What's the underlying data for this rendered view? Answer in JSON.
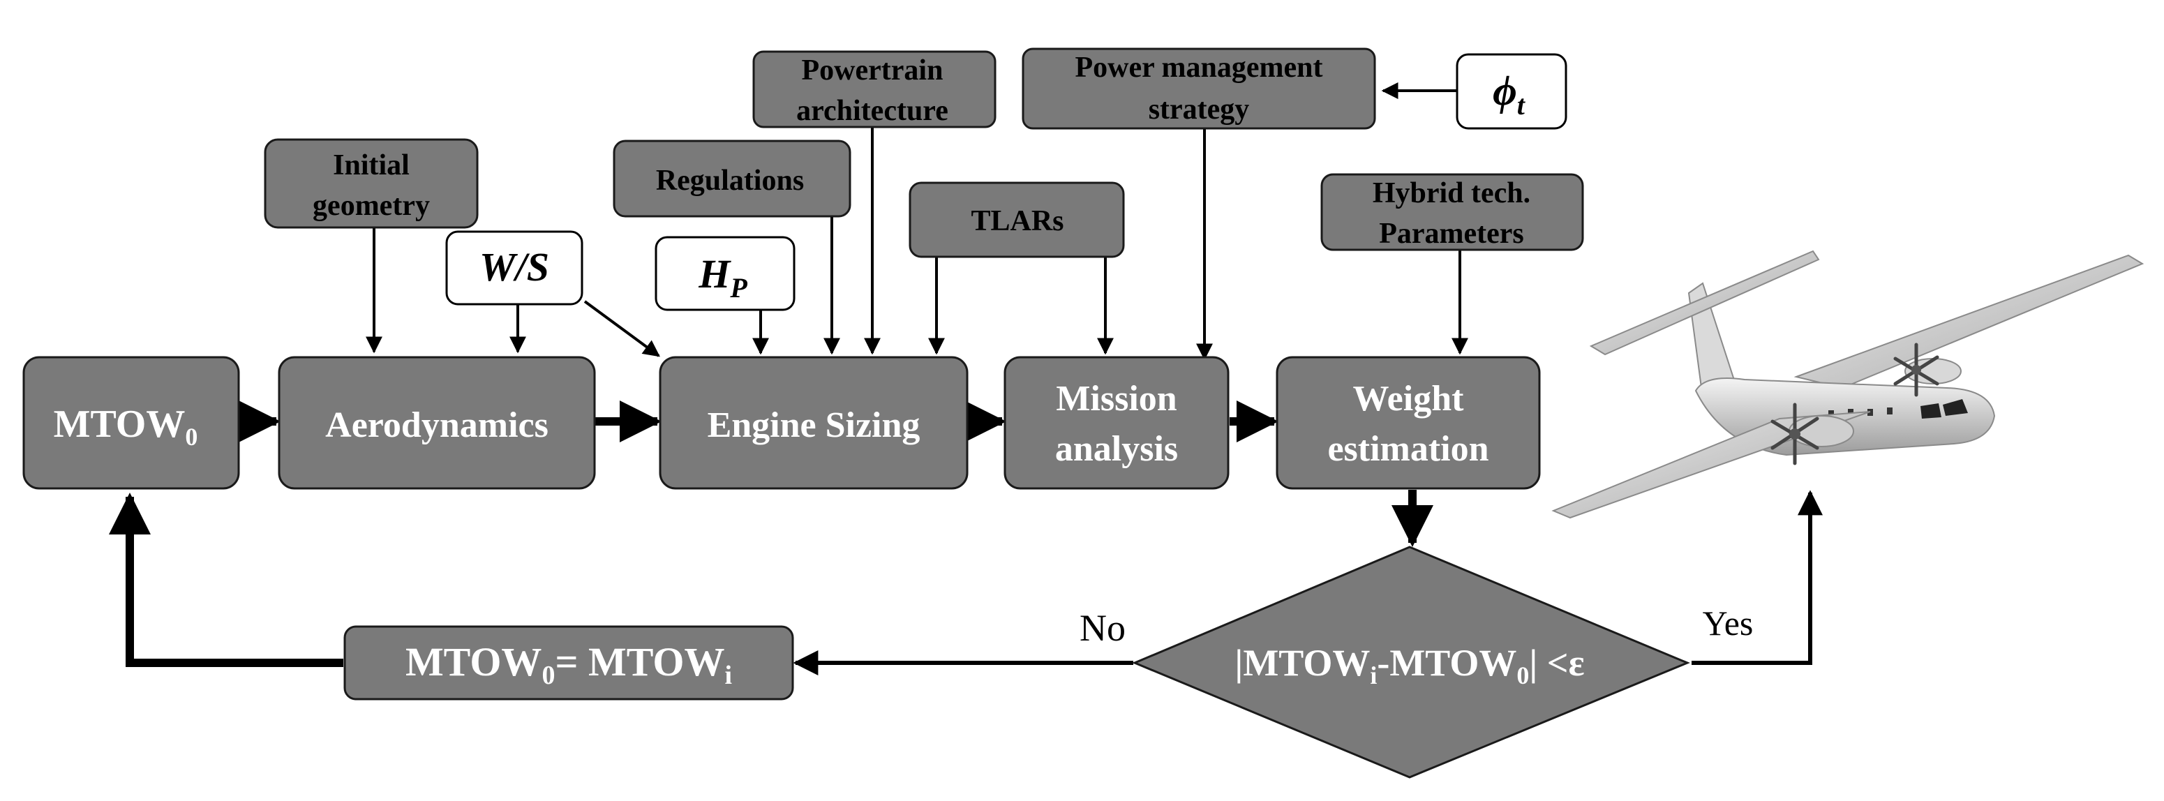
{
  "colors": {
    "box_fill": "#7a7a7a",
    "box_stroke": "#1a1a1a",
    "param_fill": "#ffffff",
    "arrow": "#000000",
    "process_text": "#ffffff",
    "input_text": "#000000"
  },
  "process": {
    "mtow0": {
      "main": "MTOW",
      "sub": "0"
    },
    "aerodynamics": "Aerodynamics",
    "engine_sizing": "Engine Sizing",
    "mission_analysis": {
      "line1": "Mission",
      "line2": "analysis"
    },
    "weight_estimation": {
      "line1": "Weight",
      "line2": "estimation"
    },
    "update": {
      "lhs_main": "MTOW",
      "lhs_sub": "0",
      "eq": "= ",
      "rhs_main": "MTOW",
      "rhs_sub": "i"
    },
    "convergence": {
      "open": "|MTOW",
      "sub_i": "i",
      "mid": "-MTOW",
      "sub_0": "0",
      "close": "| <ε"
    }
  },
  "inputs": {
    "initial_geometry": {
      "line1": "Initial",
      "line2": "geometry"
    },
    "regulations": "Regulations",
    "powertrain_architecture": {
      "line1": "Powertrain",
      "line2": "architecture"
    },
    "tlars": "TLARs",
    "power_management_strategy": {
      "line1": "Power management",
      "line2": "strategy"
    },
    "hybrid_tech": {
      "line1": "Hybrid tech.",
      "line2": "Parameters"
    }
  },
  "params": {
    "wing_loading": "W/S",
    "hp": {
      "main": "H",
      "sub": "P"
    },
    "phi": {
      "main": "ϕ",
      "sub": "t"
    }
  },
  "labels": {
    "no": "No",
    "yes": "Yes"
  },
  "aircraft": {
    "icon": "aircraft-icon"
  }
}
